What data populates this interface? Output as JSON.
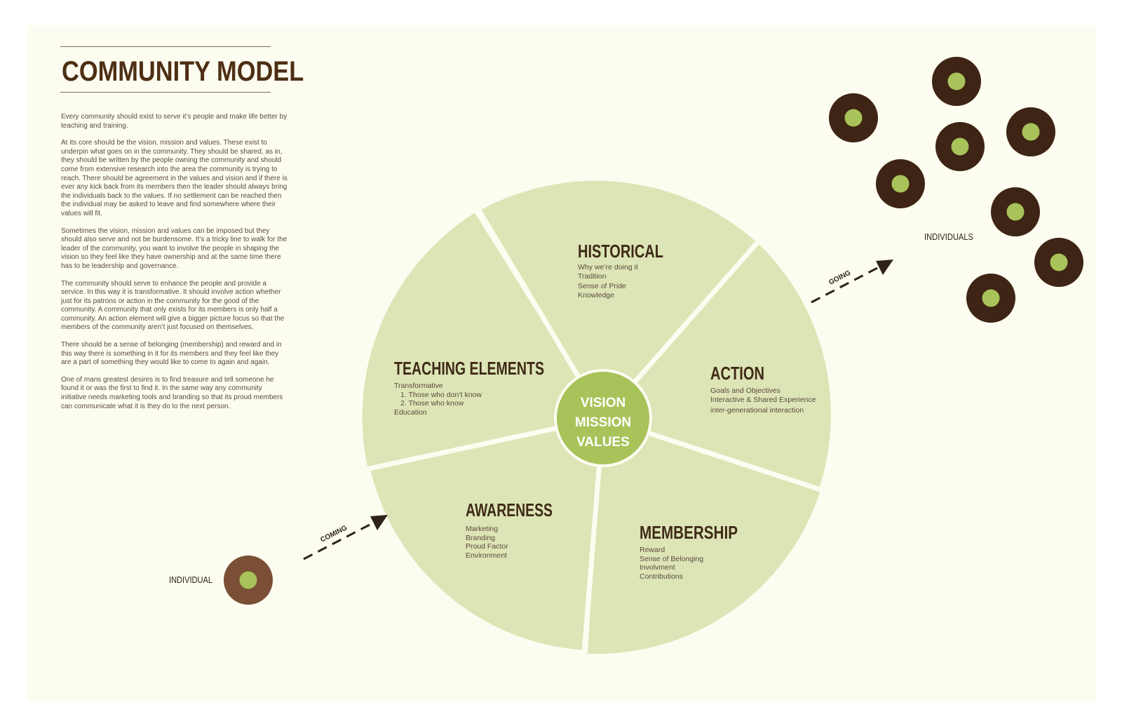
{
  "title": "COMMUNITY MODEL",
  "intro": [
    "Every community should exist to serve it’s people and make life better by teaching and training.",
    "At its core should be the vision, mission and values. These exist to underpin what goes on in the community. They should be shared, as in, they should be written by the people owning the community and should come from extensive research into the area the community is trying to reach. There should be agreement in the values and vision and if there is ever any kick back from its members then the leader should always bring the individuals back to the values. If no settlement can be reached then the individual may be asked to leave and find somewhere where their values will fit.",
    "Sometimes the vision, mission and values can be imposed but they should also serve and not be burdensome. It’s a tricky line to walk for the leader of the community, you want to involve the people in shaping the vision so they feel like they have ownership and at the same time there has to be leadership and governance.",
    "The community should serve to enhance the people and provide a service. In this way it is transformative. It should involve action whether just for its patrons or action in the community for the good of the community. A community that only exists for its members is only half a community. An action element will give a bigger picture focus so that the members of the community aren’t just focused on themselves.",
    "There should be a sense of belonging (membership) and reward and in this way there is something in it for its members and they feel like they are a part of something they would like to come to again and again.",
    "One of mans greatest desires is to find treasure and tell someone he found it or was the first to find it. In the same way any community initiative needs marketing tools and branding so that its proud members can communicate what it is they do to the next person."
  ],
  "core": [
    "VISION",
    "MISSION",
    "VALUES"
  ],
  "segments": [
    {
      "title": "HISTORICAL",
      "items": [
        "Why we’re doing it",
        "Tradition",
        "Sense of Pride",
        "Knowledge"
      ]
    },
    {
      "title": "ACTION",
      "items": [
        "Goals and Objectives",
        "Interactive & Shared Experience",
        "inter-generational interaction"
      ]
    },
    {
      "title": "MEMBERSHIP",
      "items": [
        "Reward",
        "Sense of Belonging",
        "Involvment",
        "Contributions"
      ]
    },
    {
      "title": "AWARENESS",
      "items": [
        "Marketing",
        "Branding",
        "Proud Factor",
        "Environment"
      ]
    },
    {
      "title": "TEACHING ELEMENTS",
      "items": [
        "Transformative",
        "1. Those who don’t know",
        "2. Those who know",
        "Education"
      ]
    }
  ],
  "individual_label": "INDIVIDUAL",
  "individuals_label": "INDIVIDUALS",
  "coming_label": "COMING",
  "going_label": "GOING",
  "colors": {
    "background": "#fcfcf0",
    "segment_fill": "#dde5b6",
    "core_fill": "#a8c35a",
    "dot_outer_dark": "#3e2414",
    "dot_outer_individual": "#7a4f35",
    "dot_inner": "#a8c35a",
    "title": "#4d2f14"
  }
}
